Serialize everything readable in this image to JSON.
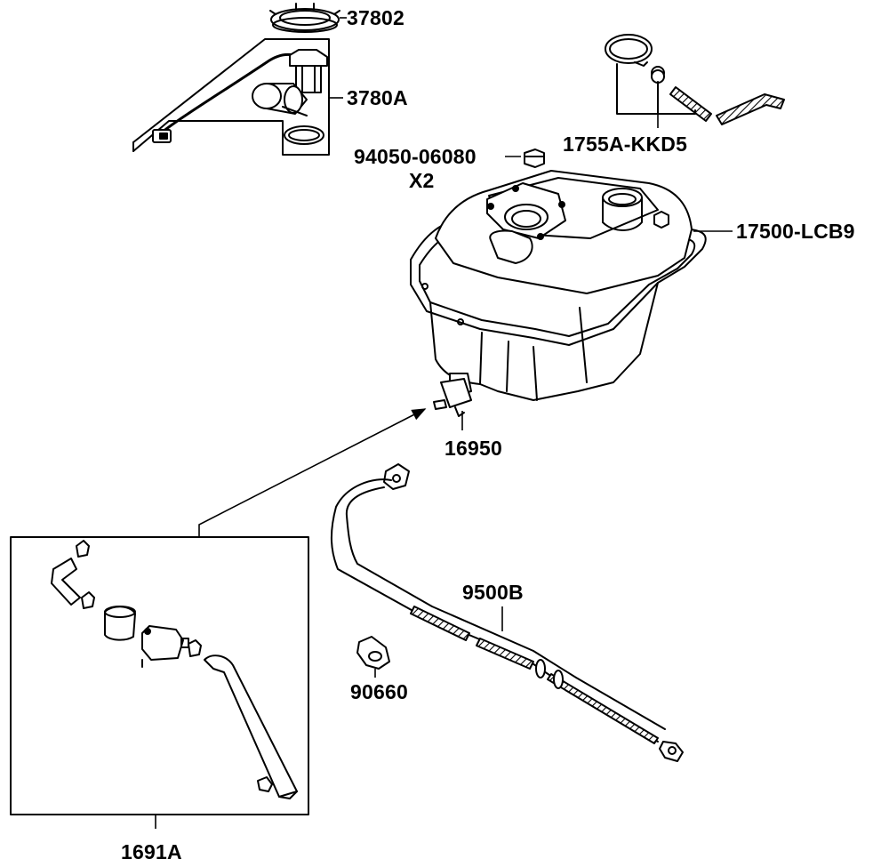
{
  "diagram": {
    "labels": {
      "p37802": "37802",
      "p3780a": "3780A",
      "p1755a": "1755A-KKD5",
      "p94050": "94050-06080",
      "p94050_qty": "X2",
      "p17500": "17500-LCB9",
      "p16950": "16950",
      "p9500b": "9500B",
      "p90660": "90660",
      "p1691a": "1691A"
    }
  }
}
